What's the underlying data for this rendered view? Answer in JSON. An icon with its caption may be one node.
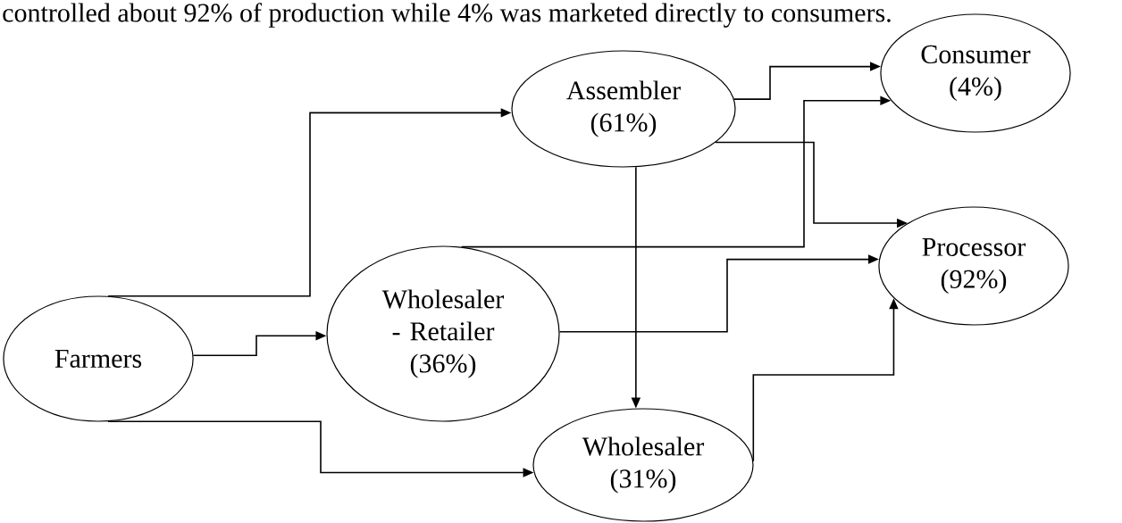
{
  "diagram": {
    "nodes": [
      {
        "text": [
          "Farmers"
        ]
      },
      {
        "text": [
          "Assembler (61%)"
        ]
      },
      {
        "text": [
          "Consumer (4%)"
        ]
      },
      {
        "text": [
          "Wholesaler - Retailer (36%)"
        ]
      },
      {
        "text": [
          "Processor (92%)"
        ]
      },
      {
        "text": [
          "Wholesaler (31%)"
        ]
      }
    ],
    "edges": [
      {
        "from": 0,
        "to": 1,
        "arrow": "to"
      },
      {
        "from": 0,
        "to": 3,
        "arrow": "to"
      },
      {
        "from": 0,
        "to": 5,
        "arrow": "to"
      },
      {
        "from": 1,
        "to": 2,
        "arrow": "to"
      },
      {
        "from": 1,
        "to": 4,
        "arrow": "to"
      },
      {
        "from": 1,
        "to": 5,
        "arrow": "to"
      },
      {
        "from": 3,
        "to": 2,
        "arrow": "to"
      },
      {
        "from": 3,
        "to": 4,
        "arrow": "to"
      },
      {
        "from": 5,
        "to": 4,
        "arrow": "to"
      }
    ],
    "labels": [
      "controlled about 92% of production while 4% was marketed directly to consumers."
    ]
  }
}
